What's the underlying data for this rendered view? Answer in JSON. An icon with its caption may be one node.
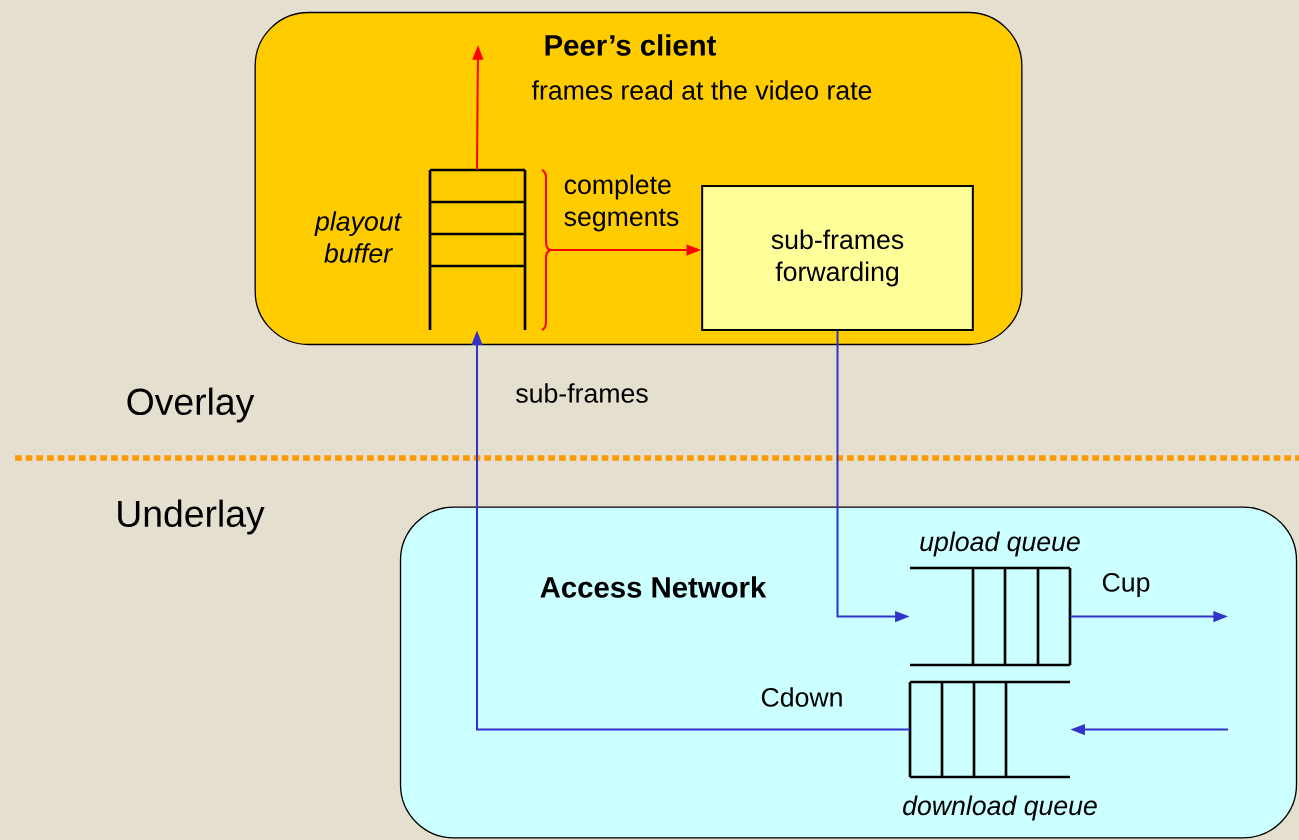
{
  "diagram": {
    "nodes": [
      {
        "text": [
          "Peer’s client"
        ]
      },
      {
        "text": [
          "playout buffer"
        ],
        "in": 0
      },
      {
        "text": [
          "sub-frames forwarding"
        ],
        "in": 0
      },
      {
        "text": [
          "Access Network"
        ]
      },
      {
        "text": [
          "upload queue"
        ],
        "in": 3
      },
      {
        "text": [
          "download queue"
        ],
        "in": 3
      }
    ],
    "edges": [
      {
        "from": 1,
        "to": null,
        "arrow": "to",
        "label": "frames read at the video rate",
        "color": "#ff0000"
      },
      {
        "from": 1,
        "to": 2,
        "arrow": "to",
        "label": "complete segments",
        "color": "#ff0000"
      },
      {
        "from": 2,
        "to": 4,
        "arrow": "to"
      },
      {
        "from": 4,
        "to": null,
        "arrow": "to",
        "label": "Cup"
      },
      {
        "from": null,
        "to": 5,
        "arrow": "to"
      },
      {
        "from": 5,
        "to": 1,
        "arrow": "to",
        "label": "Cdown"
      }
    ],
    "labels": [
      "sub-frames",
      "Overlay",
      "Underlay"
    ]
  }
}
